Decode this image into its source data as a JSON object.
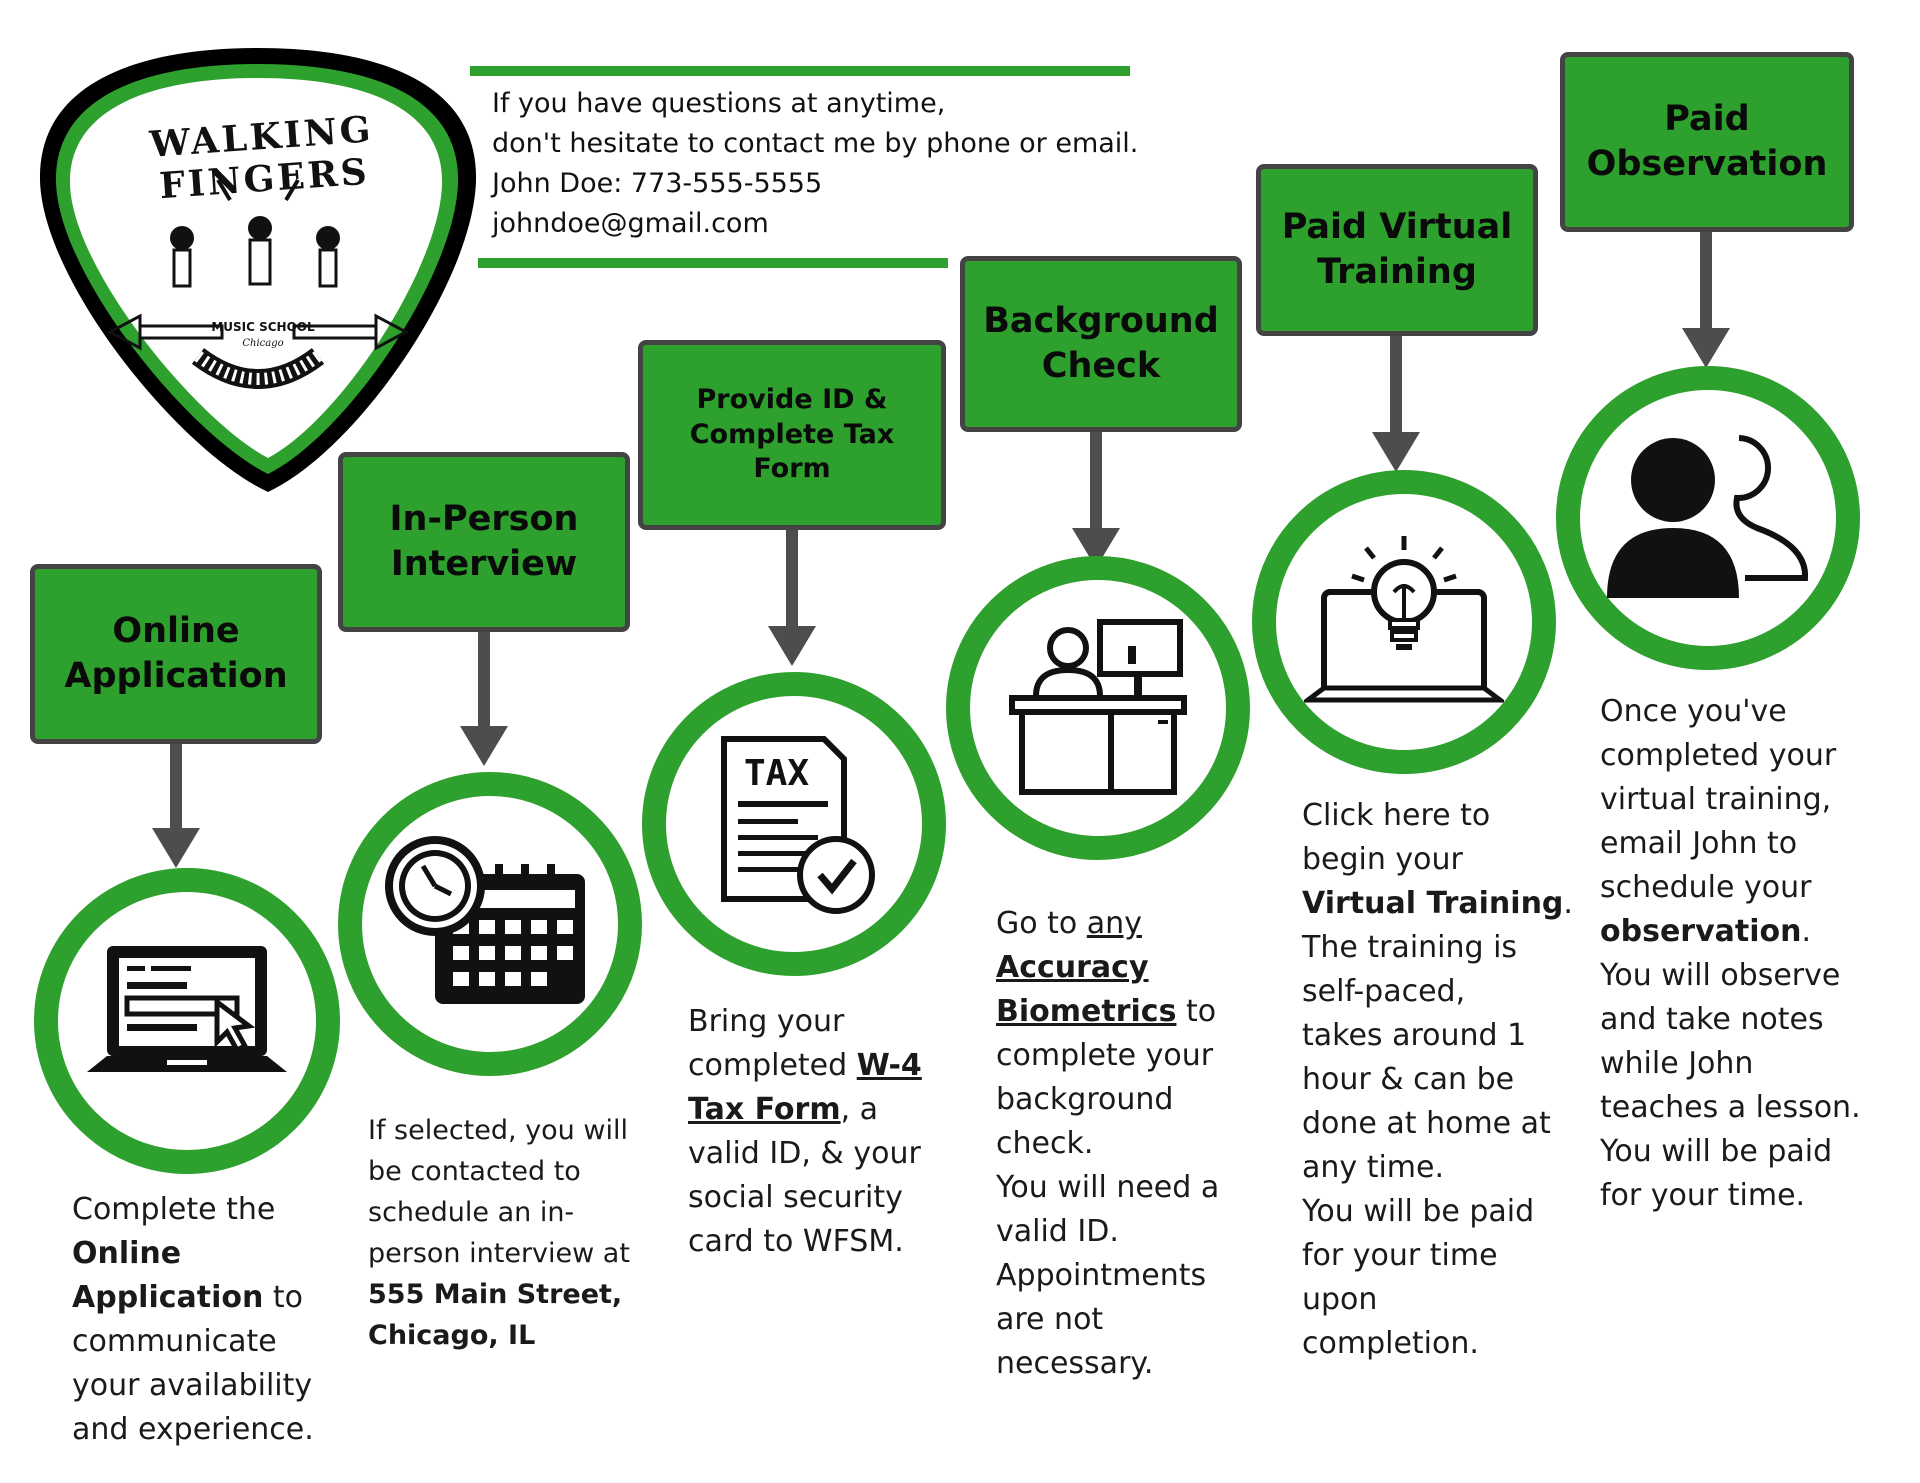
{
  "logo": {
    "brand": "WALKING FINGERS",
    "subtitle": "MUSIC SCHOOL",
    "city": "Chicago"
  },
  "contact": {
    "line1": "If you have questions at anytime,",
    "line2": "don't hesitate to contact me by phone or email.",
    "line3": "John Doe: 773-555-5555",
    "line4": "johndoe@gmail.com"
  },
  "steps": [
    {
      "title": [
        "Online",
        "Application"
      ],
      "icon": "laptop-cursor-icon",
      "desc": {
        "l1": "Complete the",
        "l2": "Online",
        "l3a": "Application",
        "l3b": " to",
        "l4": "communicate",
        "l5": "your availability",
        "l6": "and experience."
      }
    },
    {
      "title": [
        "In-Person",
        "Interview"
      ],
      "icon": "calendar-clock-icon",
      "desc": {
        "l1": "If selected, you will",
        "l2": "be contacted to",
        "l3": "schedule an in-",
        "l4": "person interview at",
        "l5": "555 Main Street,",
        "l6": "Chicago, IL"
      }
    },
    {
      "title": [
        "Provide ID &",
        "Complete Tax",
        "Form"
      ],
      "icon": "tax-form-check-icon",
      "tax_label": "TAX",
      "desc": {
        "l1": "Bring your",
        "l2a": "completed ",
        "l2b": "W-4",
        "l3a": "Tax Form",
        "l3b": ", a",
        "l4": "valid ID, & your",
        "l5": "social security",
        "l6": "card to WFSM."
      }
    },
    {
      "title": [
        "Background",
        "Check"
      ],
      "icon": "person-at-desk-computer-icon",
      "desc": {
        "l1a": "Go to ",
        "l1b": "any",
        "l2": "Accuracy",
        "l3a": "Biometrics",
        "l3b": " to",
        "l4": "complete your",
        "l5": "background",
        "l6": "check.",
        "l7": "You will need a",
        "l8": "valid ID.",
        "l9": "Appointments",
        "l10": "are not",
        "l11": "necessary."
      }
    },
    {
      "title": [
        "Paid Virtual",
        "Training"
      ],
      "icon": "laptop-lightbulb-icon",
      "desc": {
        "l1": "Click here to",
        "l2": "begin your",
        "l3a": "Virtual Training",
        "l3b": ".",
        "l4": "The training is",
        "l5": "self-paced,",
        "l6": "takes around 1",
        "l7": "hour & can be",
        "l8": "done at home at",
        "l9": "any time.",
        "l10": "You will be paid",
        "l11": "for your time",
        "l12": "upon",
        "l13": "completion."
      }
    },
    {
      "title": [
        "Paid",
        "Observation"
      ],
      "icon": "two-people-icon",
      "desc": {
        "l1": "Once you've",
        "l2": "completed your",
        "l3": "virtual training,",
        "l4": "email John to",
        "l5": "schedule your",
        "l6a": "observation",
        "l6b": ".",
        "l7": "You will observe",
        "l8": "and take notes",
        "l9": "while John",
        "l10": "teaches a lesson.",
        "l11": "You will be paid",
        "l12": "for your time."
      }
    }
  ],
  "colors": {
    "green": "#2ea02e",
    "box_border": "#444444",
    "arrow": "#4d4d4d",
    "text": "#1a1a1a"
  }
}
